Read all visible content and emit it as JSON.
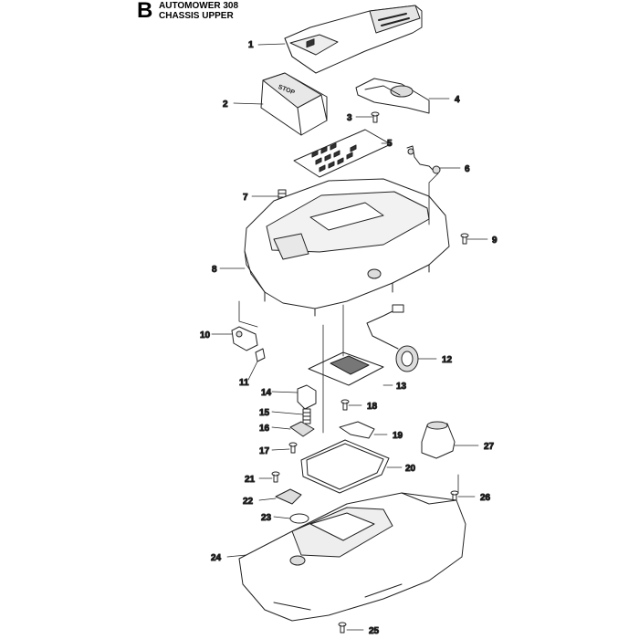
{
  "header": {
    "letter": "B",
    "line1": "AUTOMOWER 308",
    "line2": "CHASSIS UPPER"
  },
  "parts": [
    {
      "id": "p1",
      "label": "1"
    },
    {
      "id": "p2",
      "label": "2"
    },
    {
      "id": "p3",
      "label": "3"
    },
    {
      "id": "p4",
      "label": "4"
    },
    {
      "id": "p5",
      "label": "5"
    },
    {
      "id": "p6",
      "label": "6"
    },
    {
      "id": "p7",
      "label": "7"
    },
    {
      "id": "p8",
      "label": "8"
    },
    {
      "id": "p9",
      "label": "9"
    },
    {
      "id": "p10",
      "label": "10"
    },
    {
      "id": "p11",
      "label": "11"
    },
    {
      "id": "p12",
      "label": "12"
    },
    {
      "id": "p13",
      "label": "13"
    },
    {
      "id": "p14",
      "label": "14"
    },
    {
      "id": "p15",
      "label": "15"
    },
    {
      "id": "p16",
      "label": "16"
    },
    {
      "id": "p17",
      "label": "17"
    },
    {
      "id": "p18",
      "label": "18"
    },
    {
      "id": "p19",
      "label": "19"
    },
    {
      "id": "p20",
      "label": "20"
    },
    {
      "id": "p21",
      "label": "21"
    },
    {
      "id": "p22",
      "label": "22"
    },
    {
      "id": "p23",
      "label": "23"
    },
    {
      "id": "p24",
      "label": "24"
    },
    {
      "id": "p25",
      "label": "25"
    },
    {
      "id": "p26",
      "label": "26"
    },
    {
      "id": "p27",
      "label": "27"
    }
  ],
  "stop_button_text": "STOP"
}
